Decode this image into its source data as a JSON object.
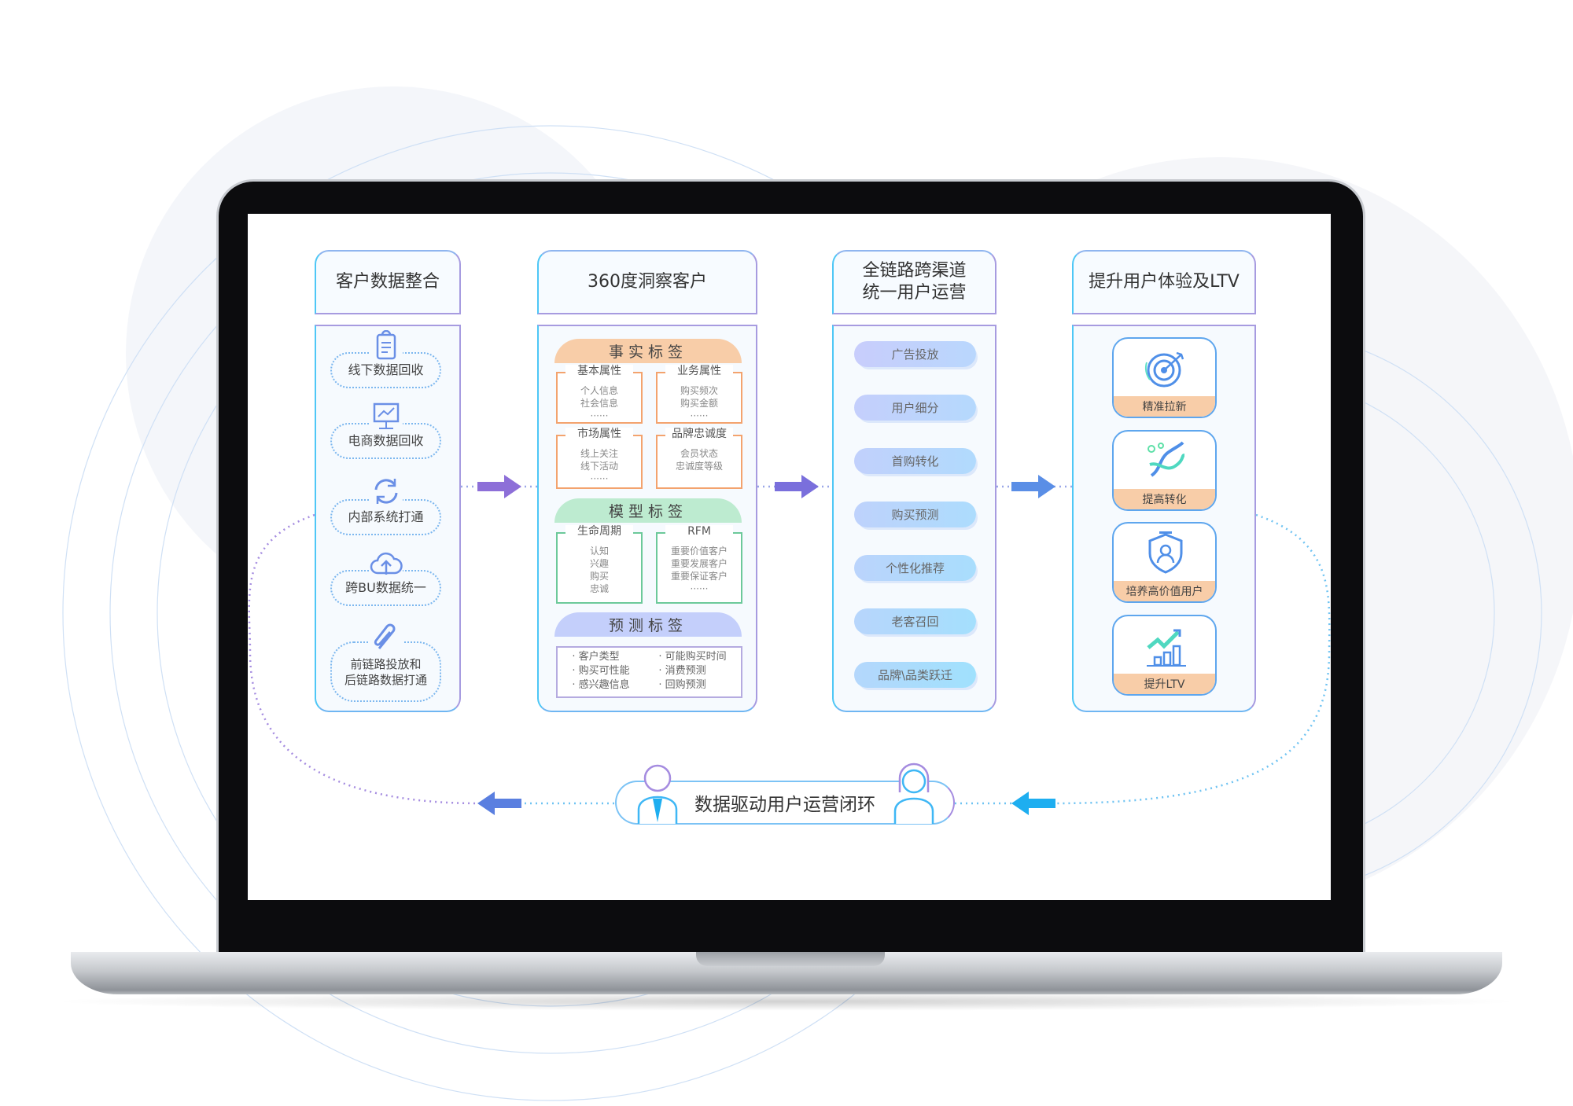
{
  "columns": [
    {
      "title": "客户数据整合",
      "items": [
        {
          "label": "线下数据回收",
          "icon": "clipboard-icon"
        },
        {
          "label": "电商数据回收",
          "icon": "monitor-chart-icon"
        },
        {
          "label": "内部系统打通",
          "icon": "sync-icon"
        },
        {
          "label": "跨BU数据统一",
          "icon": "cloud-upload-icon"
        },
        {
          "label": "前链路投放和\n后链路数据打通",
          "icon": "paperclip-icon"
        }
      ]
    },
    {
      "title": "360度洞察客户",
      "fact": {
        "title": "事实标签",
        "boxes": [
          {
            "title": "基本属性",
            "lines": "个人信息\n社会信息\n······"
          },
          {
            "title": "业务属性",
            "lines": "购买频次\n购买金额\n······"
          },
          {
            "title": "市场属性",
            "lines": "线上关注\n线下活动\n······"
          },
          {
            "title": "品牌忠诚度",
            "lines": "会员状态\n忠诚度等级"
          }
        ]
      },
      "model": {
        "title": "模型标签",
        "boxes": [
          {
            "title": "生命周期",
            "lines": "认知\n兴趣\n购买\n忠诚"
          },
          {
            "title": "RFM",
            "lines": "重要价值客户\n重要发展客户\n重要保证客户\n······"
          }
        ]
      },
      "predict": {
        "title": "预测标签",
        "left": "· 客户类型\n· 购买可性能\n· 感兴趣信息",
        "right": "· 可能购买时间\n· 消费预测\n· 回购预测"
      }
    },
    {
      "title": "全链路跨渠道\n统一用户运营",
      "items": [
        "广告投放",
        "用户细分",
        "首购转化",
        "购买预测",
        "个性化推荐",
        "老客召回",
        "品牌\\品类跃迁"
      ]
    },
    {
      "title": "提升用户体验及LTV",
      "items": [
        {
          "label": "精准拉新",
          "icon": "target-icon"
        },
        {
          "label": "提高转化",
          "icon": "dna-icon"
        },
        {
          "label": "培养高价值用户",
          "icon": "user-shield-icon"
        },
        {
          "label": "提升LTV",
          "icon": "growth-chart-icon"
        }
      ]
    }
  ],
  "loop": {
    "label": "数据驱动用户运营闭环"
  },
  "colors": {
    "fact": "#f8cda8",
    "model": "#bdebd0",
    "predict": "#c4cffb",
    "accent": "#5a8ee6"
  }
}
